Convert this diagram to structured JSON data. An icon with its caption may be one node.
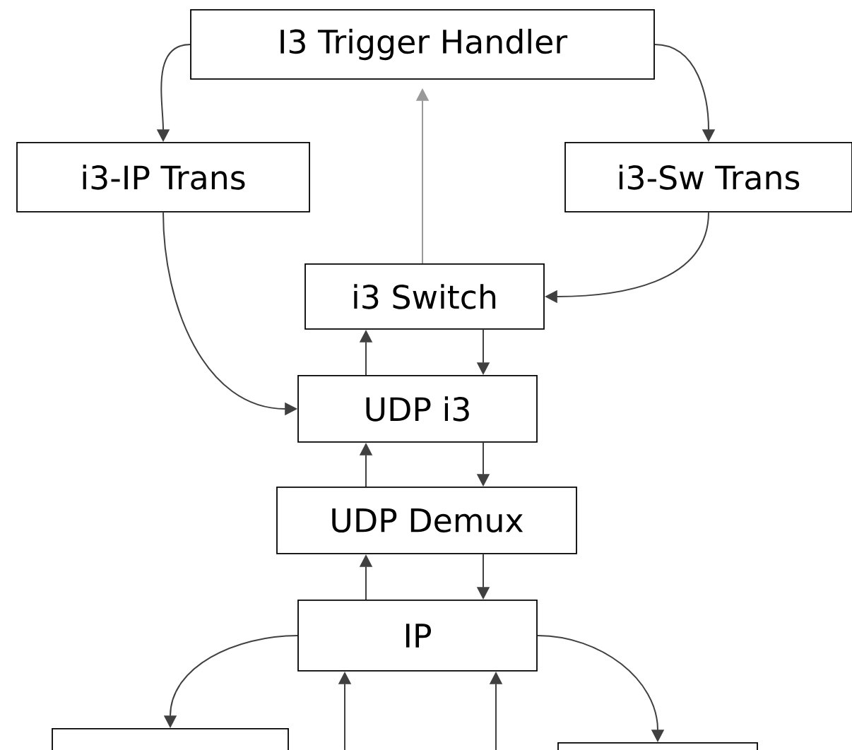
{
  "diagram": {
    "nodes": [
      {
        "text": [
          "I3 Trigger Handler"
        ]
      },
      {
        "text": [
          "i3-IP Trans"
        ]
      },
      {
        "text": [
          "i3-Sw Trans"
        ]
      },
      {
        "text": [
          "i3 Switch"
        ]
      },
      {
        "text": [
          "UDP i3"
        ]
      },
      {
        "text": [
          "UDP Demux"
        ]
      },
      {
        "text": [
          "IP"
        ]
      },
      {
        "text": [],
        "shape": "box"
      },
      {
        "text": [],
        "shape": "box"
      }
    ],
    "edges": [
      {
        "from": 0,
        "to": 1,
        "arrow": "to"
      },
      {
        "from": 0,
        "to": 2,
        "arrow": "to"
      },
      {
        "from": 3,
        "to": 0,
        "arrow": "to",
        "color": "#999999"
      },
      {
        "from": 1,
        "to": 4,
        "arrow": "to"
      },
      {
        "from": 2,
        "to": 3,
        "arrow": "to"
      },
      {
        "from": 4,
        "to": 3,
        "arrow": "to"
      },
      {
        "from": 3,
        "to": 4,
        "arrow": "to"
      },
      {
        "from": 5,
        "to": 4,
        "arrow": "to"
      },
      {
        "from": 4,
        "to": 5,
        "arrow": "to"
      },
      {
        "from": 6,
        "to": 5,
        "arrow": "to"
      },
      {
        "from": 5,
        "to": 6,
        "arrow": "to"
      },
      {
        "from": 6,
        "to": 7,
        "arrow": "to"
      },
      {
        "from": 6,
        "to": 8,
        "arrow": "to"
      },
      {
        "from": null,
        "to": 6,
        "arrow": "to"
      },
      {
        "from": null,
        "to": 6,
        "arrow": "to"
      }
    ]
  }
}
